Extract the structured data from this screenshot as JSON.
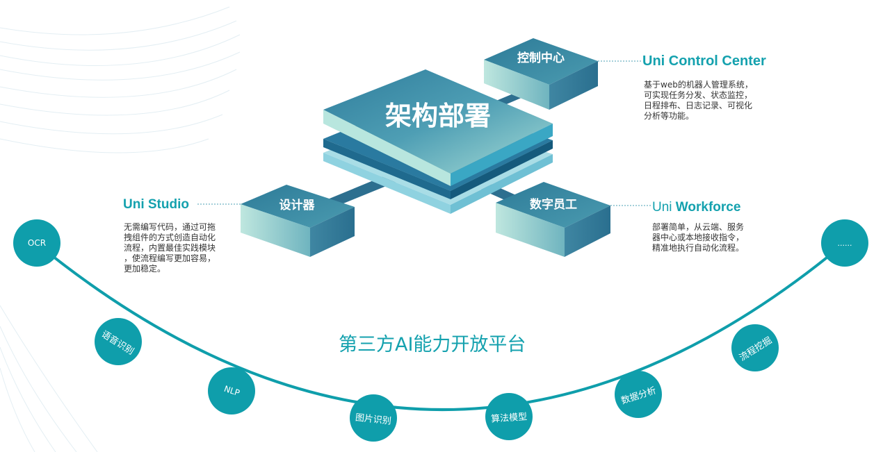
{
  "diagram": {
    "center_label": "架构部署",
    "modules": [
      {
        "box_label": "控制中心",
        "title": "Uni Control Center",
        "title_prefix": "",
        "description": "基于web的机器人管理系统，\n可实现任务分发、状态监控，\n日程排布、日志记录、可视化\n分析等功能。"
      },
      {
        "box_label": "设计器",
        "title": "Uni Studio",
        "title_prefix": "",
        "description": "无需编写代码，通过可拖\n拽组件的方式创造自动化\n流程，内置最佳实践模块\n，使流程编写更加容易，\n更加稳定。"
      },
      {
        "box_label": "数字员工",
        "title": "Workforce",
        "title_prefix": "Uni ",
        "description": "部署简单，从云端、服务\n器中心或本地接收指令，\n精准地执行自动化流程。"
      }
    ]
  },
  "platform": {
    "title": "第三方AI能力开放平台",
    "capabilities": [
      "OCR",
      "语音识别",
      "NLP",
      "图片识别",
      "算法模型",
      "数据分析",
      "流程挖掘",
      "......"
    ]
  },
  "colors": {
    "accent": "#14a1ae",
    "node": "#0f9eab",
    "box_dark": "#2f7f9c",
    "box_light": "#c8ece6"
  }
}
